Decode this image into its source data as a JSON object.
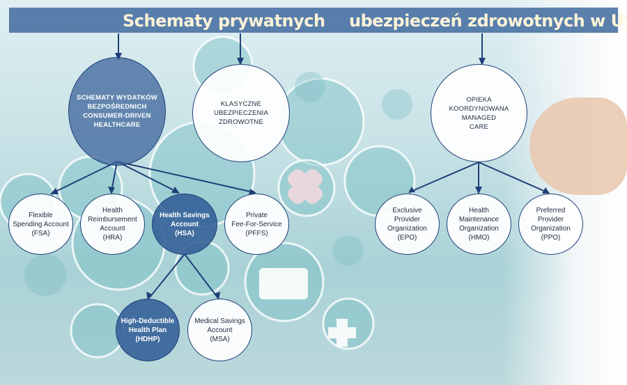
{
  "title": {
    "part1": "Schematy prywatnych",
    "part2": "ubezpieczeń zdrowotnych w USA"
  },
  "colors": {
    "title_bar": "#466ea0",
    "node_dark": "#325f96",
    "arrow": "#1f3f78",
    "title_text": "#fdf3d8"
  },
  "nodes": {
    "cdh": "SCHEMATY WYDATKÓW\nBEZPOŚREDNICH\nCONSUMER-DRIVEN\nHEALTHCARE",
    "classic": "KLASYCZNE\nUBEZPIECZENIA\nZDROWOTNE",
    "managed": "OPIEKA\nKOORDYNOWANA\nMANAGED\nCARE",
    "fsa": "Flexible\nSpending Account\n(FSA)",
    "hra": "Health\nReimbursement\nAccount\n(HRA)",
    "hsa": "Health Savings\nAccount\n(HSA)",
    "pffs": "Private\nFee-For-Service\n(PFFS)",
    "epo": "Exclusive\nProvider\nOrganization\n(EPO)",
    "hmo": "Health\nMaintenance\nOrganization\n(HMO)",
    "ppo": "Preferred\nProvider\nOrganization\n(PPO)",
    "hdhp": "High-Deductible\nHealth Plan\n(HDHP)",
    "msa": "Medical Savings\nAccount\n(MSA)"
  }
}
